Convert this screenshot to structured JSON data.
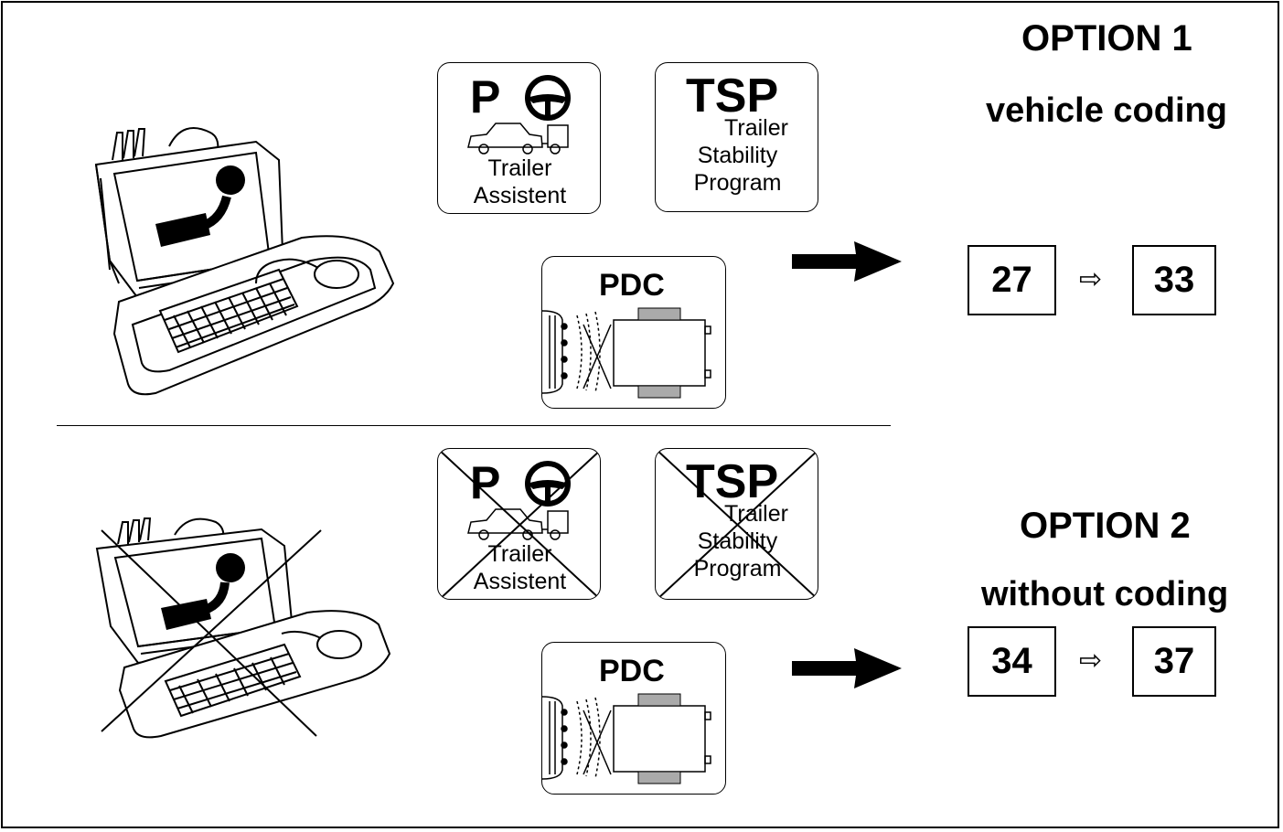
{
  "option1": {
    "title": "OPTION 1",
    "subtitle": "vehicle coding",
    "page_from": "27",
    "page_to": "33",
    "arrow_glyph": "⇨"
  },
  "option2": {
    "title": "OPTION 2",
    "subtitle": "without coding",
    "page_from": "34",
    "page_to": "37",
    "arrow_glyph": "⇨"
  },
  "tiles": {
    "trailer_assist": {
      "letter": "P",
      "line1": "Trailer",
      "line2": "Assistent"
    },
    "tsp": {
      "abbr": "TSP",
      "line1": "Trailer",
      "line2": "Stability",
      "line3": "Program"
    },
    "pdc": {
      "label": "PDC"
    }
  }
}
